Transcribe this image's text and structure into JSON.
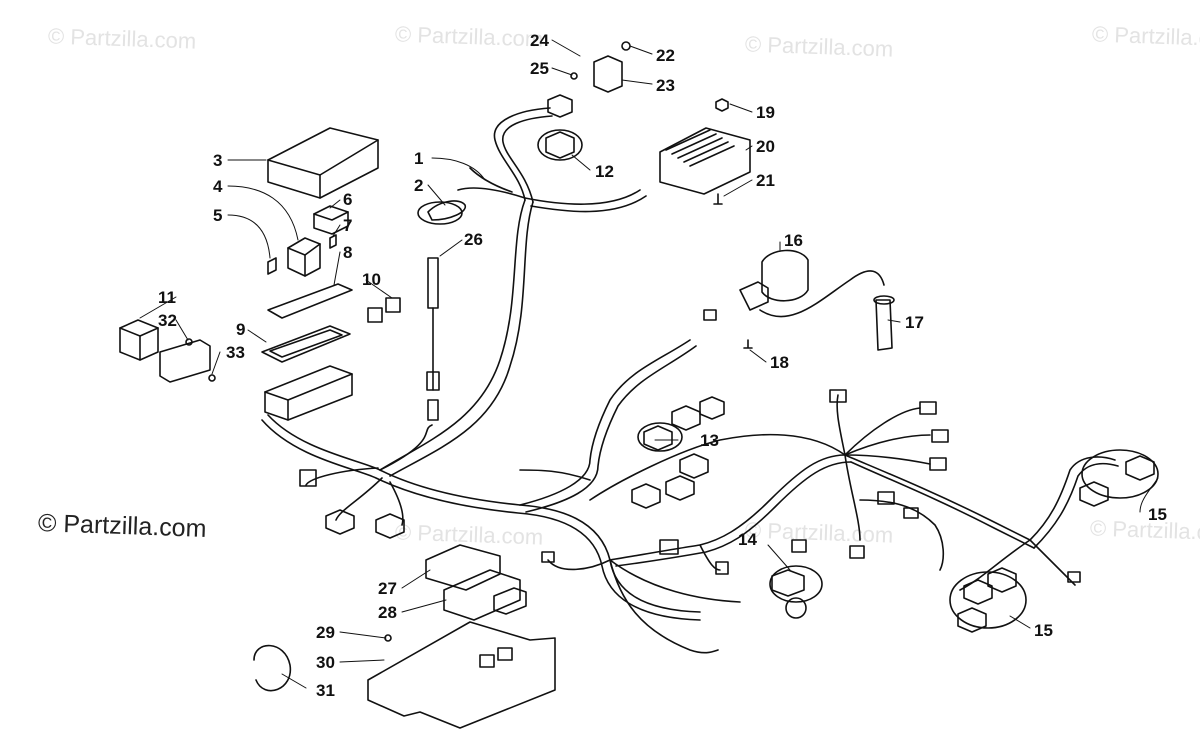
{
  "watermark": {
    "text": "© Partzilla.com",
    "main_text": "© Partzilla.com"
  },
  "callouts": [
    "1",
    "2",
    "3",
    "4",
    "5",
    "6",
    "7",
    "8",
    "9",
    "10",
    "11",
    "12",
    "13",
    "14",
    "15",
    "15",
    "16",
    "17",
    "18",
    "19",
    "20",
    "21",
    "22",
    "23",
    "24",
    "25",
    "26",
    "27",
    "28",
    "29",
    "30",
    "31",
    "32",
    "33"
  ],
  "colors": {
    "line": "#111111",
    "watermark": "#e3e3e3",
    "background": "#ffffff"
  }
}
